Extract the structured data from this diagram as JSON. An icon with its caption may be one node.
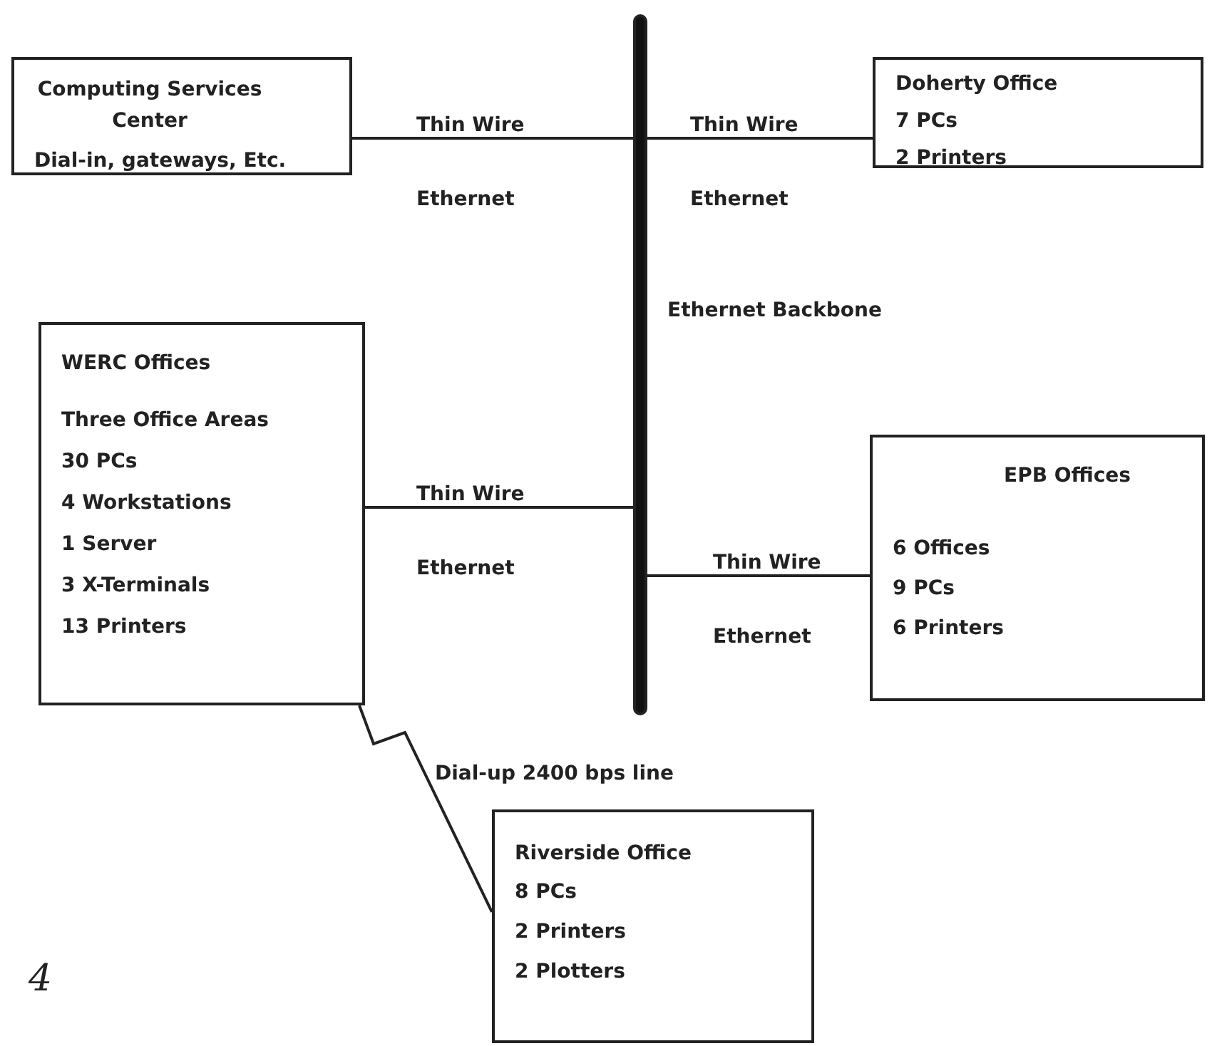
{
  "diagram": {
    "nodes": [
      {
        "text": [
          "Computing Services Center",
          "Dial-in, gateways, Etc."
        ]
      },
      {
        "text": [],
        "shape": "bar",
        "beside": [
          "Ethernet Backbone"
        ]
      },
      {
        "text": [
          "Doherty Office",
          "7 PCs",
          "2 Printers"
        ]
      },
      {
        "text": [
          "WERC Offices",
          "Three Office Areas",
          "30 PCs",
          "4 Workstations",
          "1 Server",
          "3 X-Terminals",
          "13 Printers"
        ]
      },
      {
        "text": [
          "EPB Offices",
          "6 Offices",
          "9 PCs",
          "6 Printers"
        ]
      },
      {
        "text": [
          "Riverside Office",
          "8 PCs",
          "2 Printers",
          "2 Plotters"
        ]
      }
    ],
    "edges": [
      {
        "from": 0,
        "to": 1,
        "arrow": "none",
        "label": "Thin Wire Ethernet"
      },
      {
        "from": 1,
        "to": 2,
        "arrow": "none",
        "label": "Thin Wire Ethernet"
      },
      {
        "from": 3,
        "to": 1,
        "arrow": "none",
        "label": "Thin Wire Ethernet"
      },
      {
        "from": 1,
        "to": 4,
        "arrow": "none",
        "label": "Thin Wire Ethernet"
      },
      {
        "from": 3,
        "to": 5,
        "arrow": "none",
        "label": "Dial-up 2400 bps line"
      }
    ],
    "labels": [
      "4"
    ]
  }
}
